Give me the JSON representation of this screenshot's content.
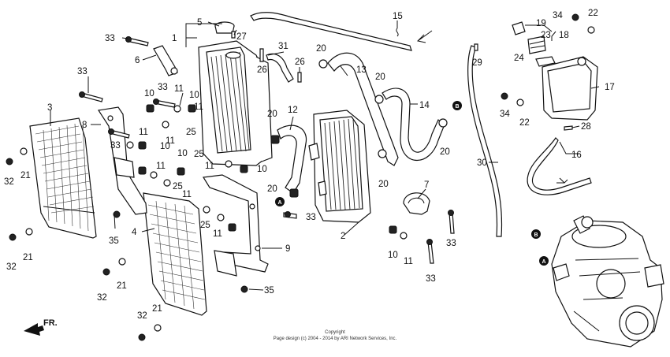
{
  "labels": [
    "1",
    "2",
    "3",
    "4",
    "5",
    "6",
    "7",
    "8",
    "9",
    "10",
    "11",
    "12",
    "13",
    "14",
    "15",
    "16",
    "17",
    "18",
    "19",
    "20",
    "21",
    "22",
    "23",
    "24",
    "25",
    "26",
    "27",
    "28",
    "29",
    "30",
    "31",
    "32",
    "33",
    "34",
    "35"
  ],
  "copyright": {
    "line1": "Copyright",
    "line2": "Page design (c) 2004 - 2014 by ARI Network Services, Inc."
  },
  "front_indicator": "FR.",
  "refs": {
    "a": "A",
    "b": "B"
  }
}
